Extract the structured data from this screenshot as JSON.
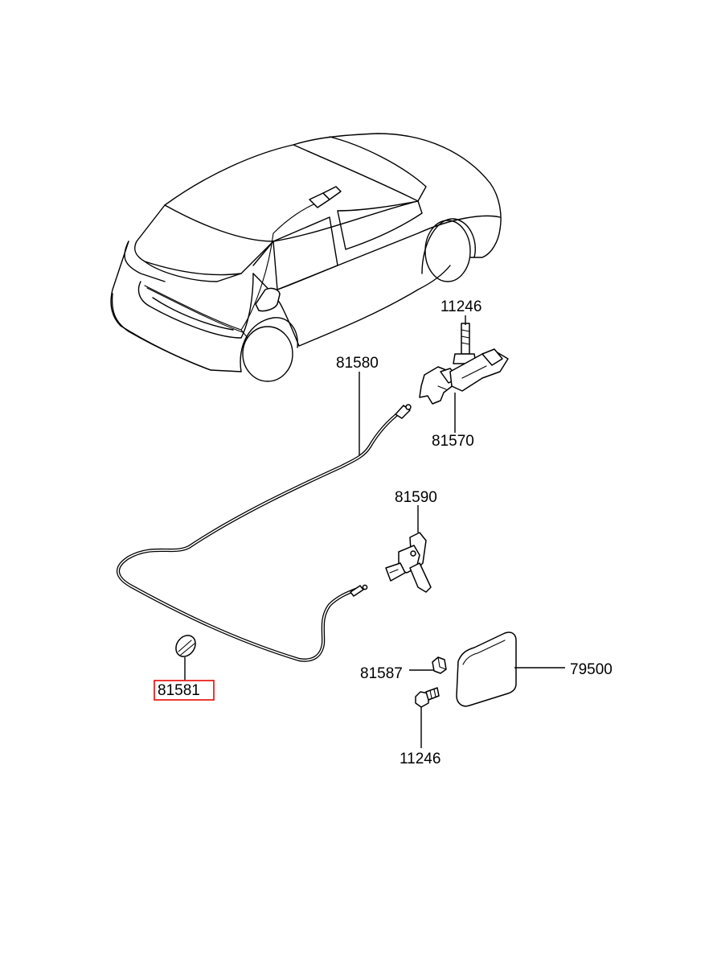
{
  "parts": [
    {
      "id": "p11246_top",
      "number": "11246"
    },
    {
      "id": "p81580",
      "number": "81580"
    },
    {
      "id": "p81570",
      "number": "81570"
    },
    {
      "id": "p81590",
      "number": "81590"
    },
    {
      "id": "p81581",
      "number": "81581",
      "highlighted": true
    },
    {
      "id": "p81587",
      "number": "81587"
    },
    {
      "id": "p79500",
      "number": "79500"
    },
    {
      "id": "p11246_bottom",
      "number": "11246"
    }
  ],
  "colors": {
    "line": "#000000",
    "background": "#ffffff",
    "highlight_box": "#e8231f"
  }
}
